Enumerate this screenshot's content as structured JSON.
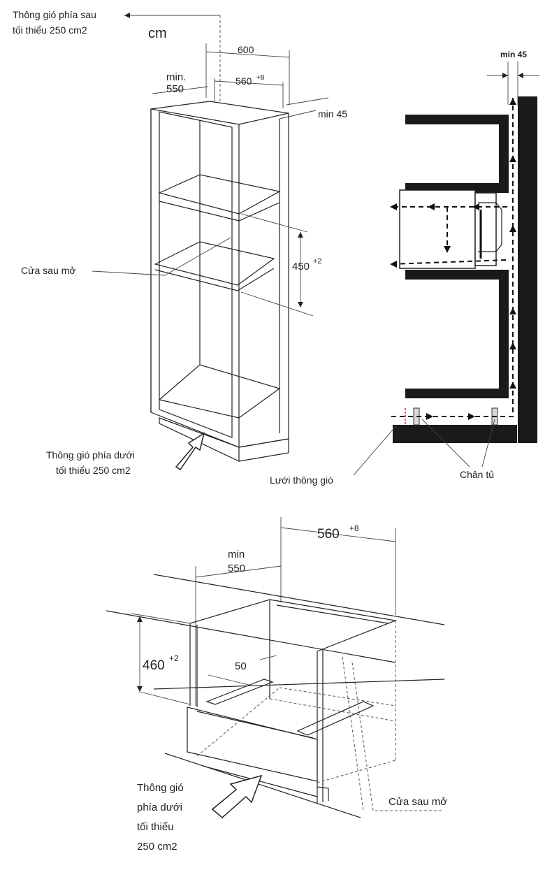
{
  "top_left": {
    "unit": "cm",
    "rear_vent": [
      "Thông gió phía sau",
      "tối thiểu 250 cm2"
    ],
    "width_600": "600",
    "width_560": "560",
    "width_560_tol": "+8",
    "min_550": [
      "min.",
      "550"
    ],
    "min_45": "min 45",
    "rear_open": "Cửa sau mở",
    "height_450": "450",
    "height_450_tol": "+2",
    "bottom_vent": [
      "Thông gió phía dưới",
      "tối thiểu 250 cm2"
    ]
  },
  "top_right": {
    "min_45": "min 45",
    "grille": "Lưới thông gió",
    "cabinet_foot": "Chân tủ"
  },
  "bottom": {
    "width_560": "560",
    "width_560_tol": "+8",
    "min_550": [
      "min",
      "550"
    ],
    "height_460": "460",
    "height_460_tol": "+2",
    "gap_50": "50",
    "bottom_vent": [
      "Thông gió",
      "phía dưới",
      "tối thiểu",
      "250 cm2"
    ],
    "rear_open": "Cửa sau mở"
  }
}
